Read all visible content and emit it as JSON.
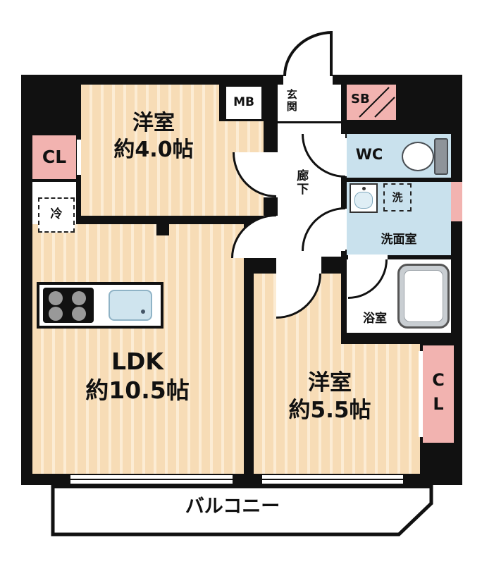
{
  "colors": {
    "wall": "#111111",
    "cream": "#f7dcb6",
    "cream_light": "#fcecd4",
    "pink": "#f2b3b0",
    "blue": "#c9e1ed"
  },
  "rooms": {
    "western_a": {
      "label": "洋室",
      "size": "約4.0帖"
    },
    "ldk": {
      "label": "LDK",
      "size": "約10.5帖"
    },
    "western_b": {
      "label": "洋室",
      "size": "約5.5帖"
    },
    "balcony": {
      "label": "バルコニー"
    },
    "entrance": {
      "label": "玄関"
    },
    "hallway": {
      "label": "廊下"
    },
    "wc": {
      "label": "WC"
    },
    "washroom": {
      "label": "洗面室"
    },
    "bathroom": {
      "label": "浴室"
    },
    "closet_left": {
      "label": "CL"
    },
    "closet_right": {
      "label": "CL"
    }
  },
  "fixtures": {
    "meter_box": {
      "label": "MB"
    },
    "shoe_box": {
      "label": "SB"
    },
    "refrigerator": {
      "label": "冷"
    },
    "laundry": {
      "label": "洗"
    }
  }
}
